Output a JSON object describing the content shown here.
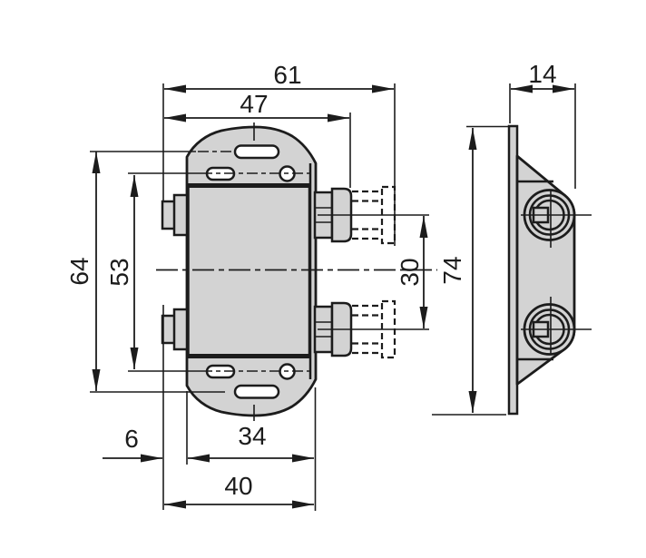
{
  "dimensions": {
    "overall_width": "61",
    "width_to_connector_face": "47",
    "outer_slot_spacing": "64",
    "hole_spacing": "53",
    "connector_spacing": "30",
    "body_offset": "6",
    "body_width": "34",
    "mounting_width": "40",
    "side_depth": "14",
    "side_height": "74"
  },
  "colors": {
    "line": "#1c1c1c",
    "part_fill": "#d3d3d3",
    "background": "#ffffff"
  }
}
